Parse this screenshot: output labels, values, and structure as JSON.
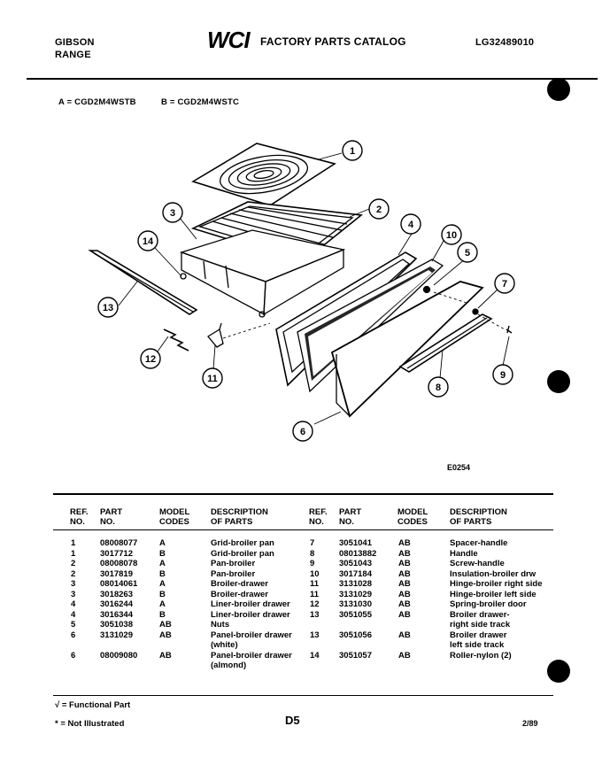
{
  "header": {
    "brand": "GIBSON",
    "product": "RANGE",
    "logo_text": "WCI",
    "catalog_title": "FACTORY PARTS CATALOG",
    "catalog_number": "LG32489010"
  },
  "models": {
    "a": "A = CGD2M4WSTB",
    "b": "B = CGD2M4WSTC"
  },
  "diagram": {
    "figure_code": "E0254",
    "callouts": [
      "1",
      "2",
      "3",
      "4",
      "5",
      "6",
      "7",
      "8",
      "9",
      "10",
      "11",
      "12",
      "13",
      "14"
    ]
  },
  "table": {
    "headers": {
      "ref": [
        "REF.",
        "NO."
      ],
      "part": [
        "PART",
        "NO."
      ],
      "model": [
        "MODEL",
        "CODES"
      ],
      "desc": [
        "DESCRIPTION",
        "OF PARTS"
      ]
    },
    "left_rows": [
      [
        "1",
        "08008077",
        "A",
        "Grid-broiler pan"
      ],
      [
        "1",
        "3017712",
        "B",
        "Grid-broiler pan"
      ],
      [
        "2",
        "08008078",
        "A",
        "Pan-broiler"
      ],
      [
        "2",
        "3017819",
        "B",
        "Pan-broiler"
      ],
      [
        "3",
        "08014061",
        "A",
        "Broiler-drawer"
      ],
      [
        "3",
        "3018263",
        "B",
        "Broiler-drawer"
      ],
      [
        "4",
        "3016244",
        "A",
        "Liner-broiler drawer"
      ],
      [
        "4",
        "3016344",
        "B",
        "Liner-broiler drawer"
      ],
      [
        "5",
        "3051038",
        "AB",
        "Nuts"
      ],
      [
        "6",
        "3131029",
        "AB",
        "Panel-broiler drawer"
      ],
      [
        "",
        "",
        "",
        "(white)"
      ],
      [
        "6",
        "08009080",
        "AB",
        "Panel-broiler drawer"
      ],
      [
        "",
        "",
        "",
        "(almond)"
      ]
    ],
    "right_rows": [
      [
        "7",
        "3051041",
        "AB",
        "Spacer-handle"
      ],
      [
        "8",
        "08013882",
        "AB",
        "Handle"
      ],
      [
        "9",
        "3051043",
        "AB",
        "Screw-handle"
      ],
      [
        "10",
        "3017184",
        "AB",
        "Insulation-broiler drw"
      ],
      [
        "11",
        "3131028",
        "AB",
        "Hinge-broiler right side"
      ],
      [
        "11",
        "3131029",
        "AB",
        "Hinge-broiler left side"
      ],
      [
        "12",
        "3131030",
        "AB",
        "Spring-broiler door"
      ],
      [
        "13",
        "3051055",
        "AB",
        "Broiler drawer-"
      ],
      [
        "",
        "",
        "",
        "right side track"
      ],
      [
        "13",
        "3051056",
        "AB",
        "Broiler drawer"
      ],
      [
        "",
        "",
        "",
        "left side track"
      ],
      [
        "14",
        "3051057",
        "AB",
        "Roller-nylon (2)"
      ]
    ]
  },
  "footer": {
    "functional_note": "√ = Functional Part",
    "not_illustrated_note": "* = Not Illustrated",
    "page": "D5",
    "date": "2/89"
  }
}
